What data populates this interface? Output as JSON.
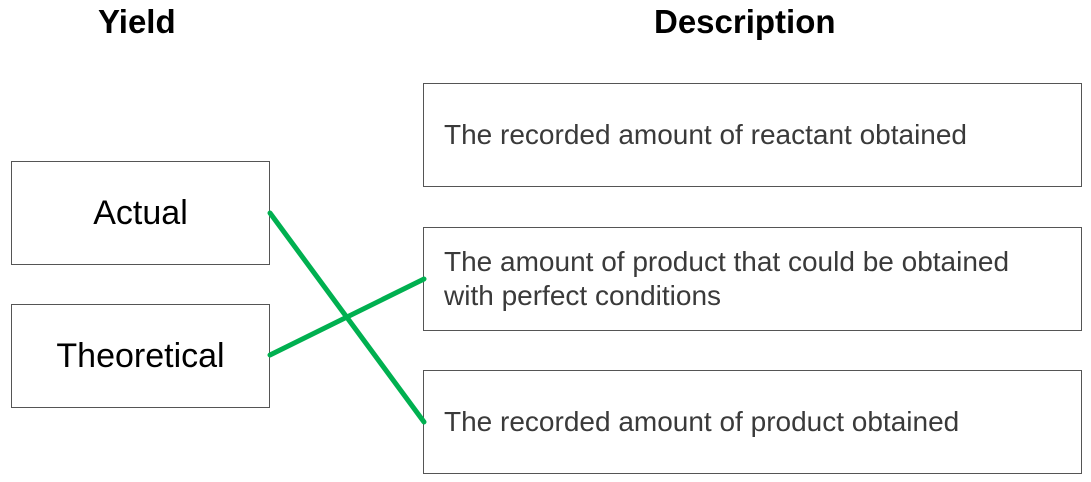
{
  "headers": {
    "yield": "Yield",
    "description": "Description"
  },
  "yield_items": [
    {
      "label": "Actual"
    },
    {
      "label": "Theoretical"
    }
  ],
  "description_items": [
    {
      "text": "The recorded amount of reactant obtained"
    },
    {
      "text": "The amount of product that could be obtained with perfect conditions"
    },
    {
      "text": "The recorded amount of product obtained"
    }
  ],
  "connections": [
    {
      "from": "Actual",
      "to": "The recorded amount of product obtained"
    },
    {
      "from": "Theoretical",
      "to": "The amount of product that could be obtained with perfect conditions"
    }
  ],
  "colors": {
    "connector": "#00b050",
    "box_border": "#555555",
    "description_text": "#3a3a3a"
  }
}
